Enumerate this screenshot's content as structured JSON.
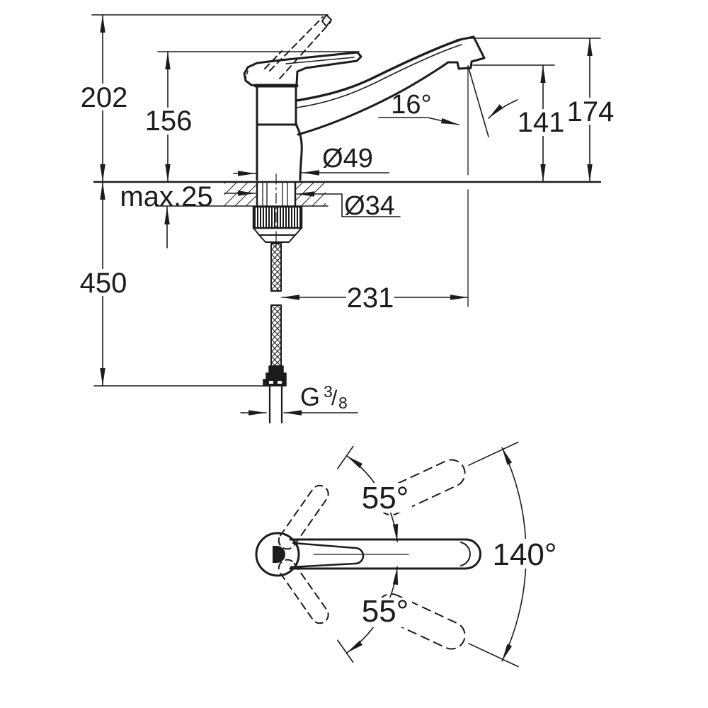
{
  "colors": {
    "ink": "#1c1c1c",
    "background": "#ffffff"
  },
  "side_view": {
    "dimensions": {
      "total_height": "202",
      "body_height": "156",
      "max_deck_thickness": "max.25",
      "below_deck_length": "450",
      "base_diameter": "Ø49",
      "shank_diameter": "Ø34",
      "spout_angle": "16°",
      "outlet_height": "141",
      "spout_top_height": "174",
      "spout_reach": "231",
      "thread_prefix": "G",
      "thread_numerator": "3",
      "thread_slash": "/",
      "thread_denominator": "8"
    }
  },
  "top_view": {
    "dimensions": {
      "handle_swing_upper": "55°",
      "handle_swing_lower": "55°",
      "spout_swivel": "140°"
    }
  }
}
